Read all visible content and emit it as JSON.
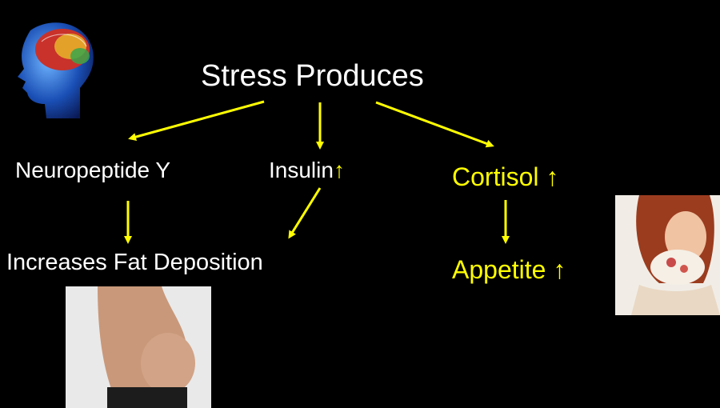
{
  "diagram": {
    "title": "Stress Produces",
    "nodes": {
      "neuropeptide": "Neuropeptide Y",
      "insulin": "Insulin",
      "insulin_arrow": "↑",
      "cortisol": "Cortisol ↑",
      "fat": "Increases Fat Deposition",
      "appetite": "Appetite ↑"
    }
  },
  "colors": {
    "background": "#000000",
    "text_primary": "#ffffff",
    "text_accent": "#ffff00",
    "arrow": "#ffff00"
  },
  "images": {
    "brain": "brain-head-illustration",
    "belly": "man-belly-photo",
    "eating": "woman-eating-cake-photo"
  }
}
